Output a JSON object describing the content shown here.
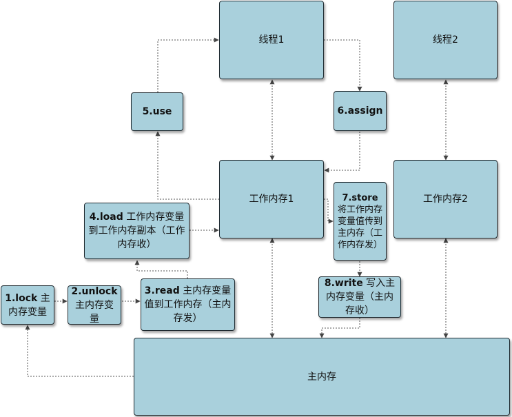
{
  "nodes": {
    "thread1": "线程1",
    "thread2": "线程2",
    "use": "5.use",
    "assign": "6.assign",
    "work1": "工作内存1",
    "work2": "工作内存2",
    "store_num": "7.store",
    "store_text": "将工作内存变量值传到主内存（工作内存发）",
    "load_num": "4.load",
    "load_text": "工作内存变量到工作内存副本（工作内存收）",
    "write_num": "8.write",
    "write_text": "写入主内存变量（主内存收）",
    "lock_num": "1.lock",
    "lock_text": "主内存变量",
    "unlock_num": "2.unlock",
    "unlock_text": "主内存变量",
    "read_num": "3.read",
    "read_text": "主内存变量值到工作内存（主内存发）",
    "main": "主内存"
  }
}
